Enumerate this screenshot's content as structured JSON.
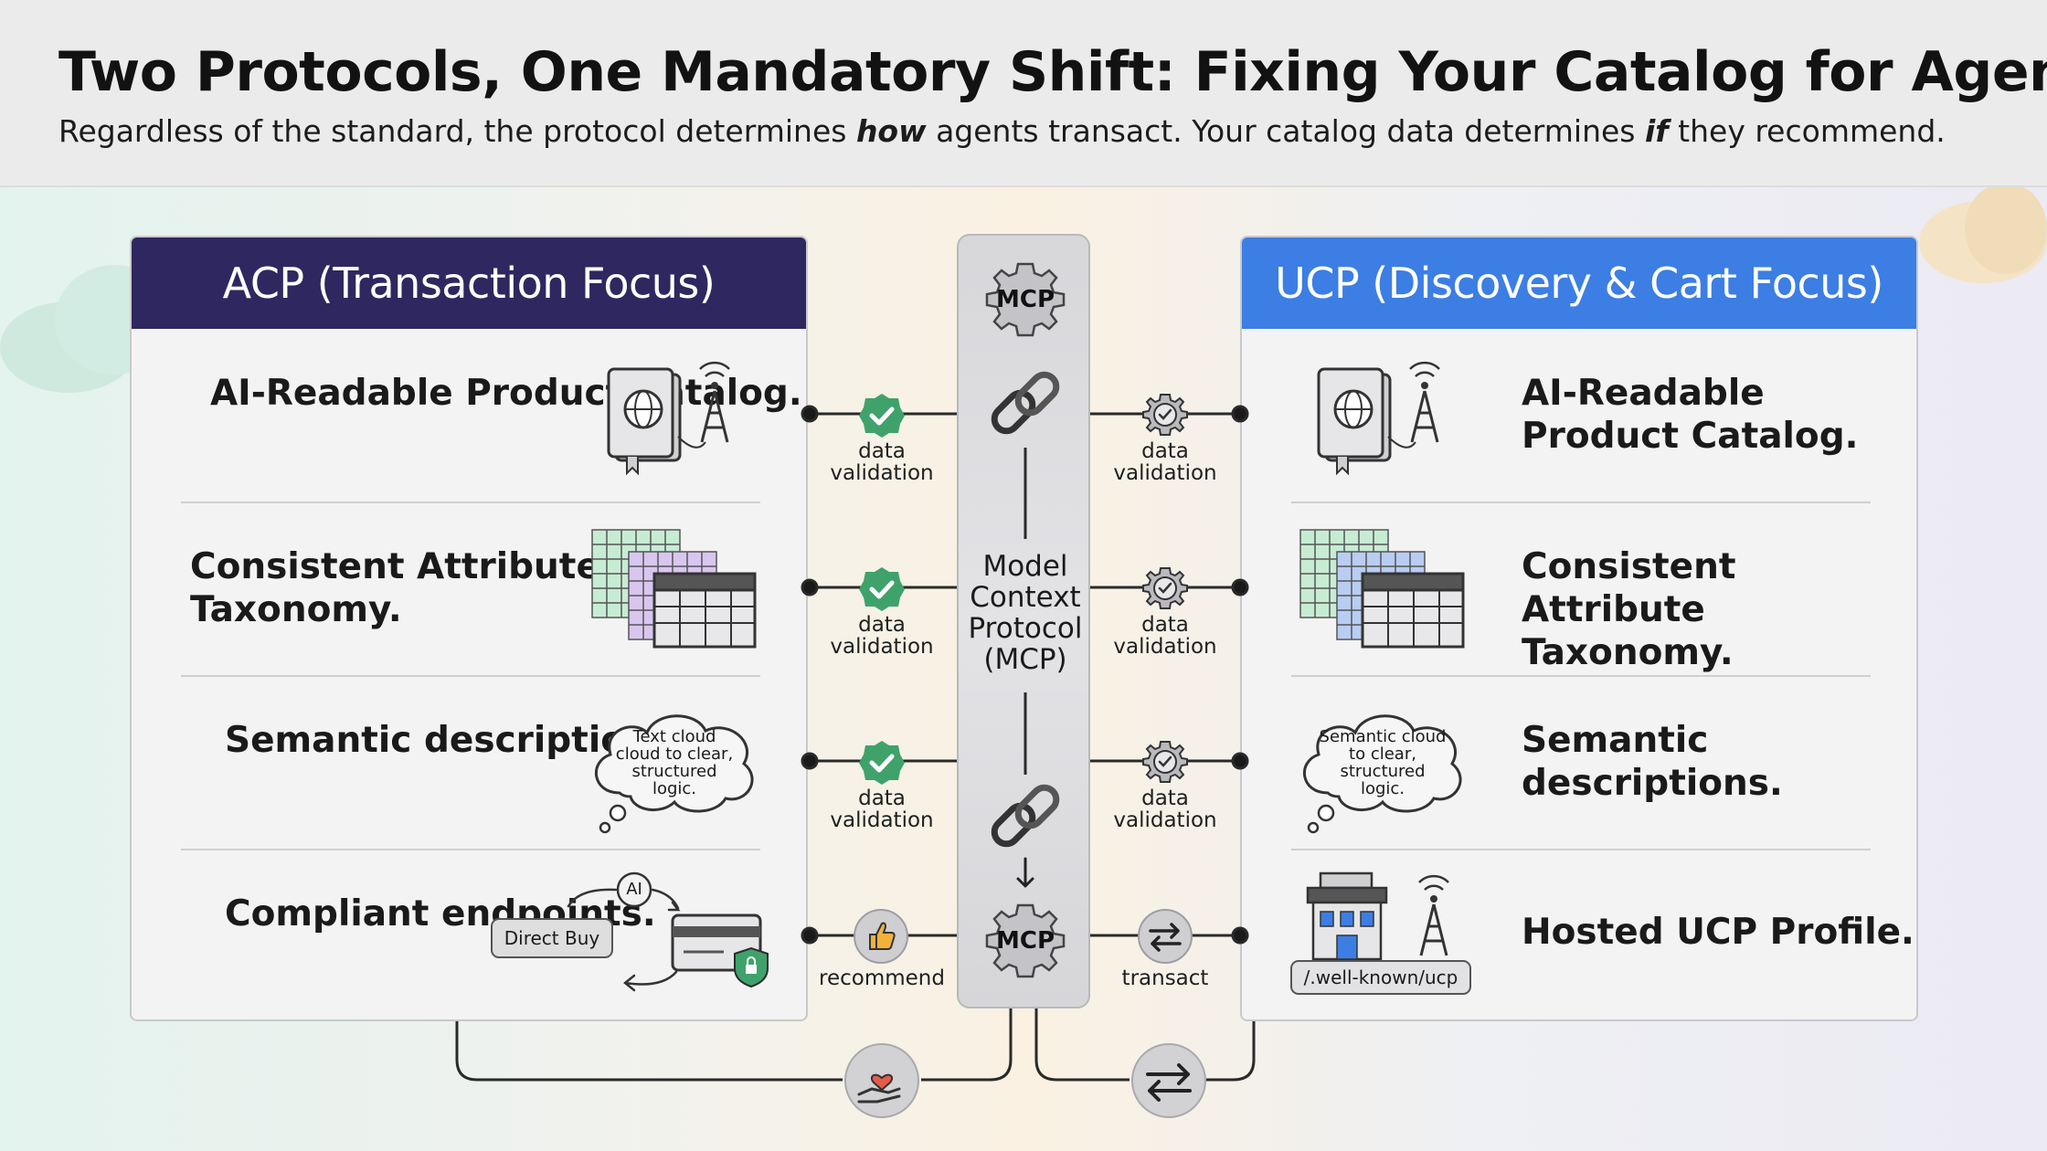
{
  "header": {
    "title": "Two Protocols, One Mandatory Shift: Fixing Your Catalog for Agents.",
    "subtitle_part1": "Regardless of the standard, the protocol determines ",
    "subtitle_em1": "how",
    "subtitle_part2": " agents transact. Your catalog data determines ",
    "subtitle_em2": "if",
    "subtitle_part3": " they recommend."
  },
  "left_panel": {
    "title": "ACP (Transaction Focus)",
    "rows": [
      {
        "label": "AI-Readable Product Catalog.",
        "icon": "catalog-book-antenna-icon"
      },
      {
        "label": "Consistent Attribute Taxonomy.",
        "icon": "taxonomy-grid-icon"
      },
      {
        "label": "Semantic descriptions.",
        "icon": "thought-cloud-icon",
        "cloud_text": "Text cloud cloud to clear, structured logic."
      },
      {
        "label": "Compliant endpoints.",
        "icon": "direct-buy-flow-icon",
        "button_text": "Direct Buy",
        "ai_badge": "AI"
      }
    ]
  },
  "right_panel": {
    "title": "UCP (Discovery & Cart Focus)",
    "rows": [
      {
        "label": "AI-Readable Product Catalog.",
        "icon": "catalog-book-antenna-icon"
      },
      {
        "label": "Consistent Attribute Taxonomy.",
        "icon": "taxonomy-grid-icon"
      },
      {
        "label": "Semantic descriptions.",
        "icon": "thought-cloud-icon",
        "cloud_text": "Semantic cloud to clear, structured logic."
      },
      {
        "label": "Hosted UCP Profile.",
        "icon": "building-antenna-icon",
        "url_text": "/.well-known/ucp"
      }
    ]
  },
  "center": {
    "top_badge": "MCP",
    "bottom_badge": "MCP",
    "label": "Model Context Protocol (MCP)"
  },
  "connectors": {
    "left": [
      "data validation",
      "data validation",
      "data validation",
      "recommend"
    ],
    "right": [
      "data validation",
      "data validation",
      "data validation",
      "transact"
    ]
  },
  "colors": {
    "acp_header": "#2f2760",
    "ucp_header": "#3c7ee4",
    "check_green": "#3fa26b"
  }
}
